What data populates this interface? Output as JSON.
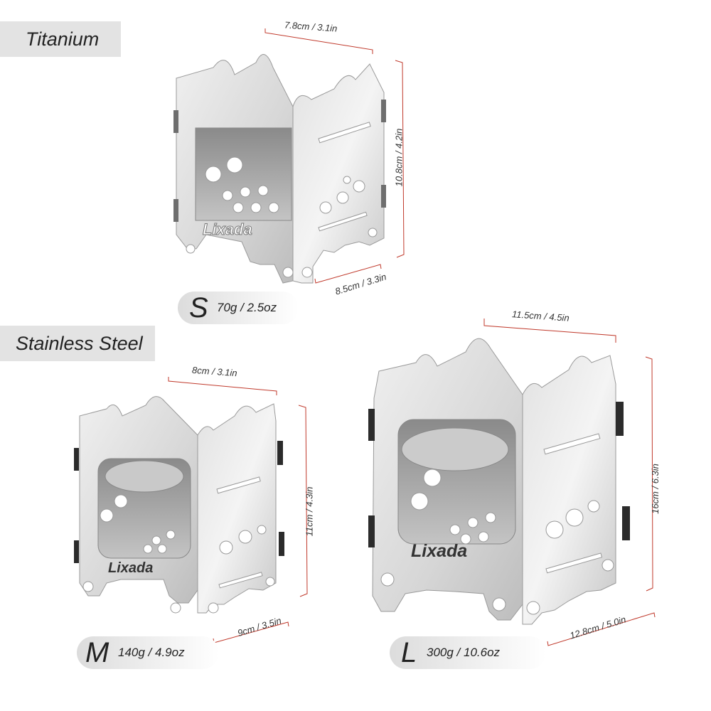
{
  "materials": {
    "titanium": "Titanium",
    "stainless": "Stainless Steel"
  },
  "brand": "Lixada",
  "stoves": {
    "s": {
      "size": "S",
      "weight": "70g / 2.5oz",
      "width": "7.8cm / 3.1in",
      "height": "10.8cm / 4.2in",
      "depth": "8.5cm / 3.3in"
    },
    "m": {
      "size": "M",
      "weight": "140g / 4.9oz",
      "width": "8cm / 3.1in",
      "height": "11cm / 4.3in",
      "depth": "9cm / 3.5in"
    },
    "l": {
      "size": "L",
      "weight": "300g / 10.6oz",
      "width": "11.5cm / 4.5in",
      "height": "16cm / 6.3in",
      "depth": "12.8cm / 5.0in"
    }
  },
  "colors": {
    "dimension_line": "#c0392b",
    "metal_light": "#e6e6e6",
    "metal_dark": "#9a9a9a",
    "clip": "#2b2b2b"
  }
}
